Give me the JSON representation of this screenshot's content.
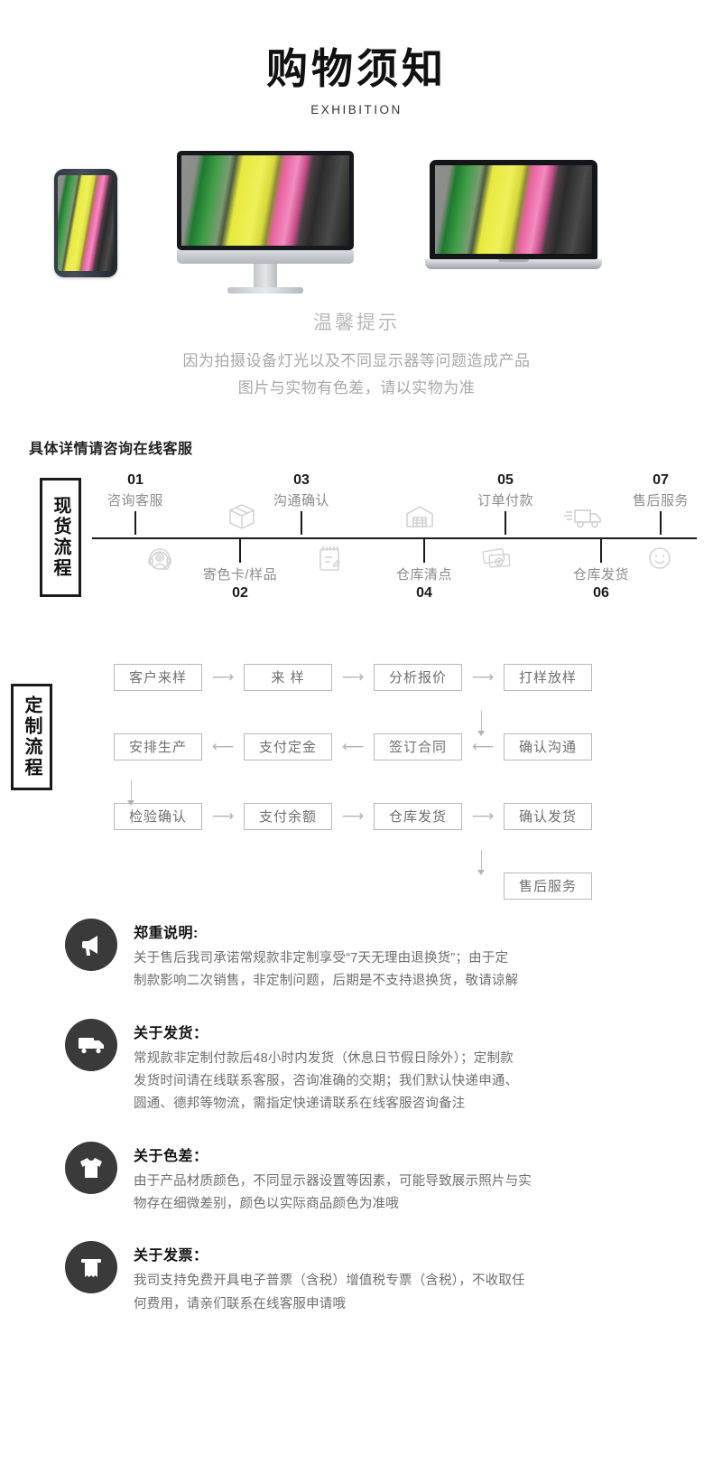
{
  "header": {
    "title": "购物须知",
    "subtitle": "EXHIBITION"
  },
  "devices": {
    "phone_label": "phone-device",
    "monitor_label": "monitor-device",
    "laptop_label": "laptop-device"
  },
  "tips": {
    "title": "温馨提示",
    "line1": "因为拍摄设备灯光以及不同显示器等问题造成产品",
    "line2": "图片与实物有色差，请以实物为准"
  },
  "stock": {
    "heading": "具体详情请咨询在线客服",
    "label": "现货流程",
    "steps": [
      {
        "num": "01",
        "label": "咨询客服",
        "position": "up",
        "icon": "headset-icon"
      },
      {
        "num": "02",
        "label": "寄色卡/样品",
        "position": "down",
        "icon": "box-icon"
      },
      {
        "num": "03",
        "label": "沟通确认",
        "position": "up",
        "icon": "notepad-icon"
      },
      {
        "num": "04",
        "label": "仓库清点",
        "position": "down",
        "icon": "warehouse-icon"
      },
      {
        "num": "05",
        "label": "订单付款",
        "position": "up",
        "icon": "money-icon"
      },
      {
        "num": "06",
        "label": "仓库发货",
        "position": "down",
        "icon": "truck-icon"
      },
      {
        "num": "07",
        "label": "售后服务",
        "position": "up",
        "icon": "smiley-icon"
      }
    ]
  },
  "custom": {
    "label": "定制流程",
    "row1": [
      "客户来样",
      "来 样",
      "分析报价",
      "打样放样"
    ],
    "row2": [
      "安排生产",
      "支付定金",
      "签订合同",
      "确认沟通"
    ],
    "row3": [
      "检验确认",
      "支付余额",
      "仓库发货",
      "确认发货"
    ],
    "row4": [
      "售后服务"
    ],
    "arrow_right": "⟶",
    "arrow_left": "⟵"
  },
  "notices": [
    {
      "icon": "megaphone-icon",
      "title": "郑重说明:",
      "lines": [
        "关于售后我司承诺常规款非定制享受“7天无理由退换货”；由于定",
        "制款影响二次销售，非定制问题，后期是不支持退换货，敬请谅解"
      ]
    },
    {
      "icon": "truck-icon",
      "title": "关于发货：",
      "lines": [
        "常规款非定制付款后48小时内发货（休息日节假日除外）；定制款",
        "发货时间请在线联系客服，咨询准确的交期；我们默认快递申通、",
        "圆通、德邦等物流，需指定快递请联系在线客服咨询备注"
      ]
    },
    {
      "icon": "tshirt-icon",
      "title": "关于色差：",
      "lines": [
        "由于产品材质颜色，不同显示器设置等因素，可能导致展示照片与实",
        "物存在细微差别，颜色以实际商品颜色为准哦"
      ]
    },
    {
      "icon": "receipt-icon",
      "title": "关于发票：",
      "lines": [
        "我司支持免费开具电子普票（含税）增值税专票（含税），不收取任",
        "何费用，请亲们联系在线客服申请哦"
      ]
    }
  ],
  "colors": {
    "ink": "#111111",
    "muted": "#8c8c8c",
    "light_border": "#b9b9b9",
    "icon_circle": "#3a3a3a"
  }
}
